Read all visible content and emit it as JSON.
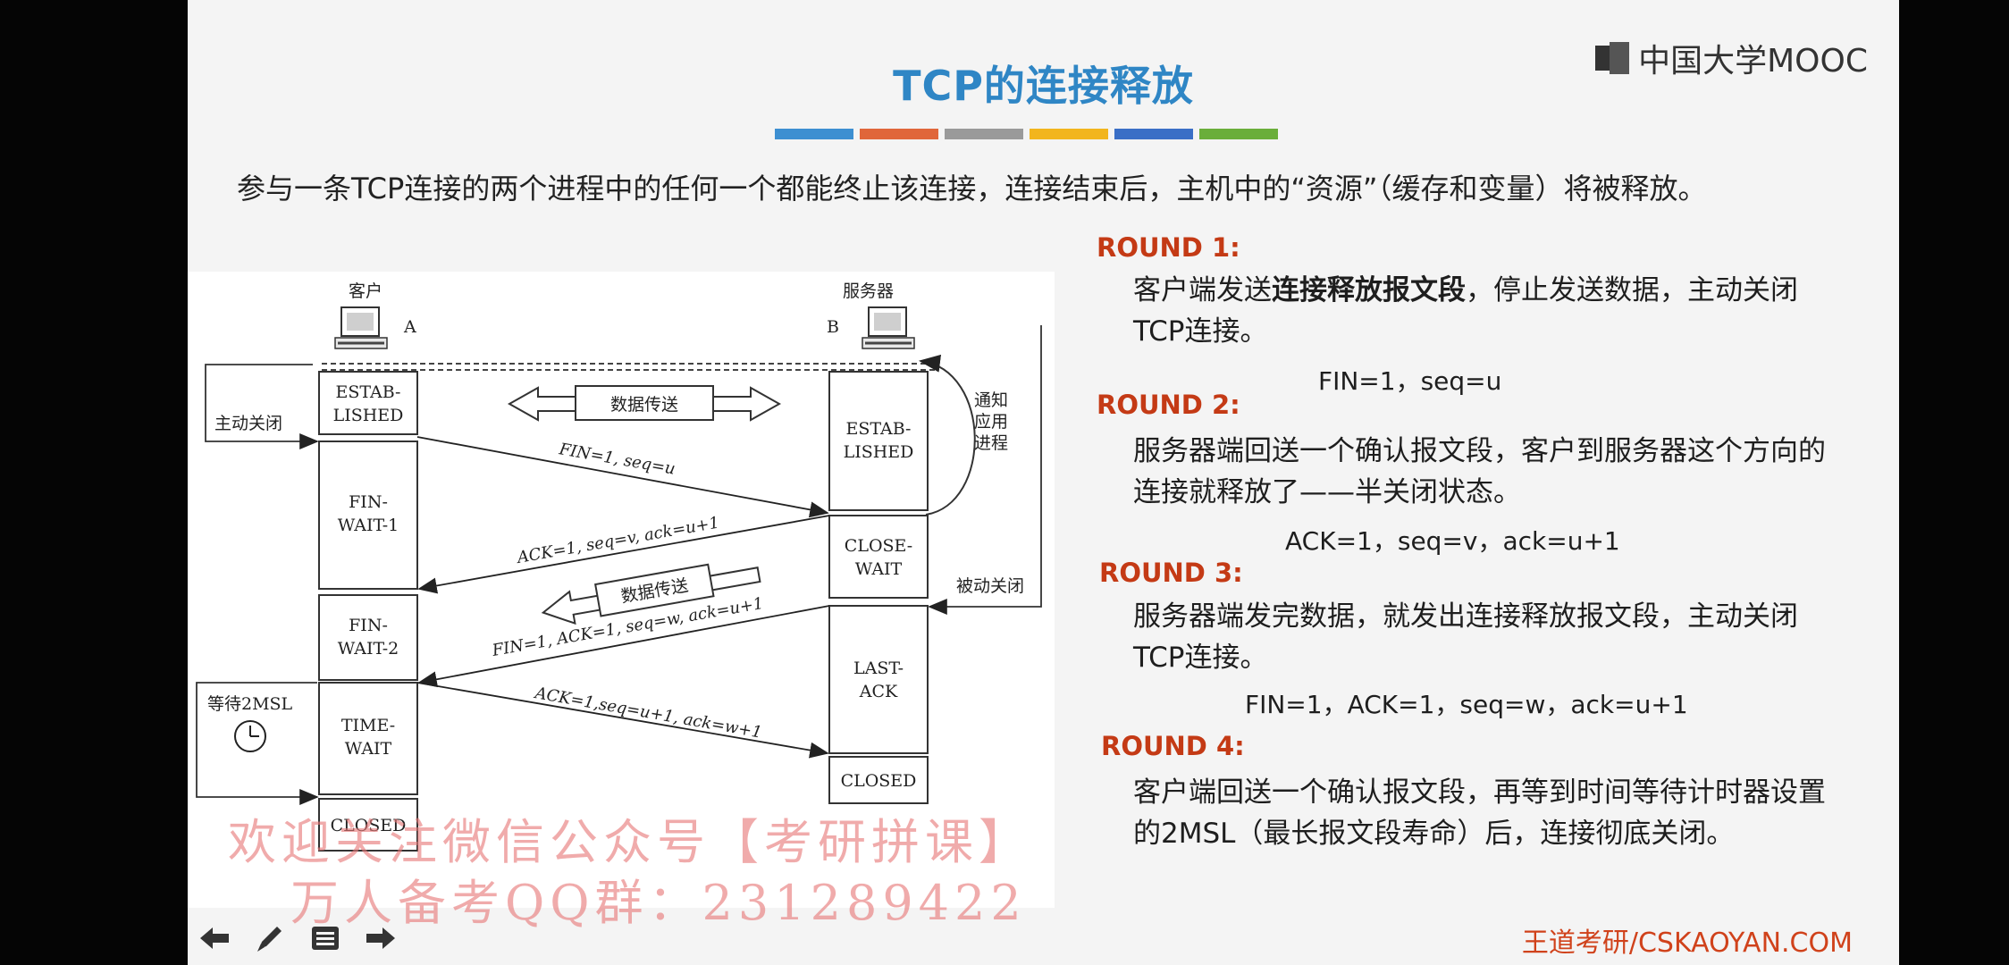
{
  "slide": {
    "title": "TCP的连接释放",
    "brand_logo_text": "中国大学MOOC",
    "intro": "参与一条TCP连接的两个进程中的任何一个都能终止该连接，连接结束后，主机中的“资源”（缓存和变量）将被释放。",
    "stripe_colors": [
      "#3d8fd1",
      "#e0663a",
      "#9a9a9a",
      "#f2b51d",
      "#3a6fc6",
      "#6aae3a"
    ],
    "footer": "王道考研/CSKAOYAN.COM"
  },
  "diagram": {
    "client_label": "客户",
    "client_id": "A",
    "server_label": "服务器",
    "server_id": "B",
    "client_states": [
      "ESTAB-",
      "LISHED",
      "FIN-",
      "WAIT-1",
      "FIN-",
      "WAIT-2",
      "TIME-",
      "WAIT",
      "CLOSED"
    ],
    "server_states": [
      "ESTAB-",
      "LISHED",
      "CLOSE-",
      "WAIT",
      "LAST-",
      "ACK",
      "CLOSED"
    ],
    "data_transfer_1": "数据传送",
    "data_transfer_2": "数据传送",
    "active_close": "主动关闭",
    "passive_close": "被动关闭",
    "notify_app": [
      "通知",
      "应用",
      "进程"
    ],
    "wait_2msl": "等待2MSL",
    "msg1": "FIN=1, seq=u",
    "msg2": "ACK=1, seq=v, ack=u+1",
    "msg3": "FIN=1, ACK=1, seq=w, ack=u+1",
    "msg4": "ACK=1,seq=u+1, ack=w+1"
  },
  "rounds": [
    {
      "heading": "ROUND 1:",
      "text_pre": "客户端发送",
      "text_bold": "连接释放报文段",
      "text_post": "，停止发送数据，主动关闭TCP连接。",
      "formula": "FIN=1，seq=u"
    },
    {
      "heading": "ROUND 2:",
      "text": "服务器端回送一个确认报文段，客户到服务器这个方向的连接就释放了——半关闭状态。",
      "formula": "ACK=1，seq=v，ack=u+1"
    },
    {
      "heading": "ROUND 3:",
      "text": "服务器端发完数据，就发出连接释放报文段，主动关闭TCP连接。",
      "formula": "FIN=1，ACK=1，seq=w，ack=u+1"
    },
    {
      "heading": "ROUND 4:",
      "text": "客户端回送一个确认报文段，再等到时间等待计时器设置的2MSL（最长报文段寿命）后，连接彻底关闭。"
    }
  ],
  "watermark": {
    "line1": "欢迎关注微信公众号【考研拼课】",
    "line2": "万人备考QQ群：231289422"
  },
  "nav_icons": [
    "arrow-left-icon",
    "pen-icon",
    "menu-icon",
    "arrow-right-icon"
  ]
}
